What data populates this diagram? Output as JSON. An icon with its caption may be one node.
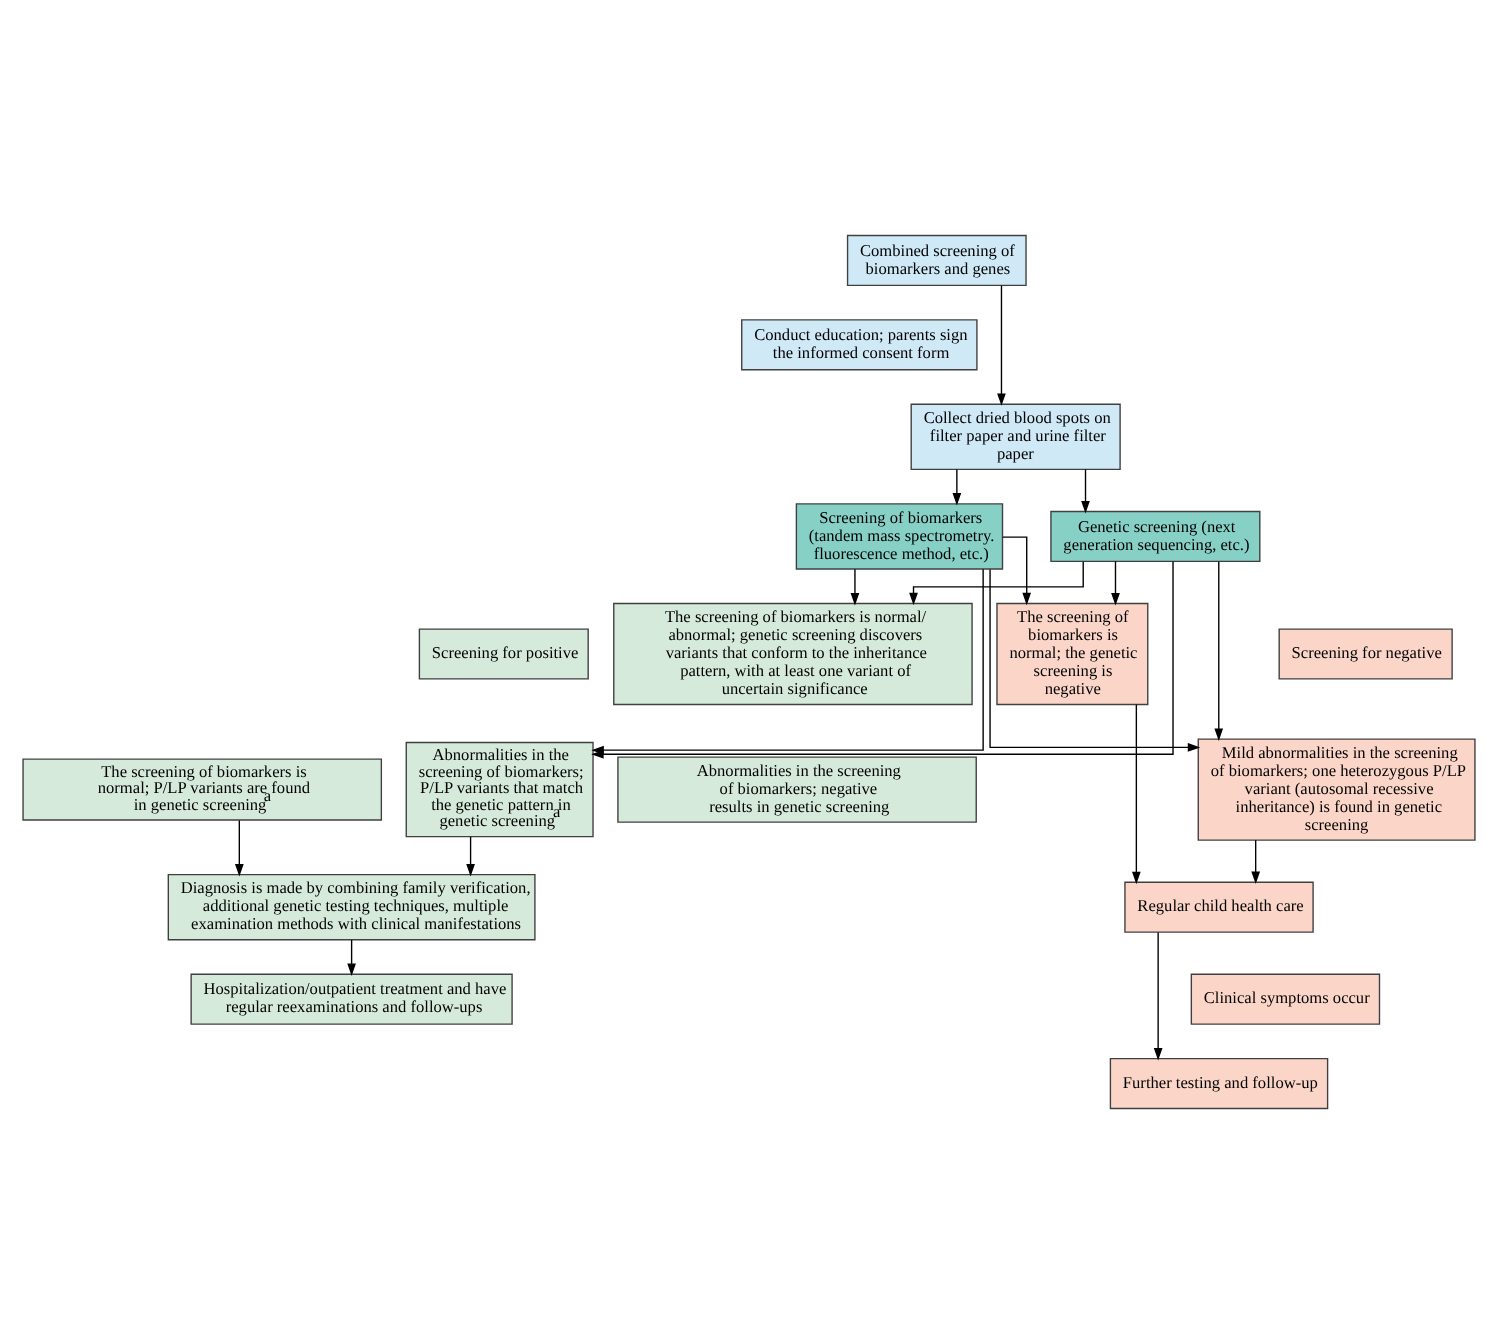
{
  "diagram": {
    "nodes": [
      {
        "text": [
          "Combined screening of biomarkers and genes"
        ]
      },
      {
        "text": [
          "Conduct education; parents sign the informed consent form"
        ]
      },
      {
        "text": [
          "Collect dried blood spots on filter paper and urine filter paper"
        ]
      },
      {
        "text": [
          "Screening of biomarkers (tandem mass spectrometry. fluorescence method, etc.)"
        ]
      },
      {
        "text": [
          "Genetic screening (next generation sequencing, etc.)"
        ]
      },
      {
        "text": [
          "Screening for positive"
        ]
      },
      {
        "text": [
          "Screening for negative"
        ]
      },
      {
        "text": [
          "Abnormalities in the screening of biomarkers; P/LP variants that match the genetic pattern in genetic screening$^{a}$"
        ]
      },
      {
        "text": [
          "The screening of biomarkers is normal/ abnormal; genetic screening discovers variants that conform to the inheritance pattern, with at least one variant of uncertain significance"
        ]
      },
      {
        "text": [
          "Abnormalities in the screening of biomarkers; negative results in genetic screening"
        ]
      },
      {
        "text": [
          "The screening of biomarkers is normal; P/LP variants are found in genetic screening$^{a}$"
        ]
      },
      {
        "text": [
          "Mild abnormalities in the screening of biomarkers; one heterozygous P/LP variant (autosomal recessive inheritance) is found in genetic screening"
        ]
      },
      {
        "text": [
          "The screening of biomarkers is normal; the genetic screening is negative"
        ]
      },
      {
        "text": [
          "Regular child health care"
        ]
      },
      {
        "text": [
          "Clinical symptoms occur"
        ]
      },
      {
        "text": [
          "Further testing and follow-up"
        ]
      },
      {
        "text": [
          "Diagnosis is made by combining family verification, additional genetic testing techniques, multiple examination methods with clinical manifestations"
        ]
      },
      {
        "text": [
          "Hospitalization/outpatient treatment and have regular reexaminations and follow-ups"
        ]
      }
    ],
    "edges": [
      {
        "from": 0,
        "to": 2,
        "arrow": "to"
      },
      {
        "from": 2,
        "to": 3,
        "arrow": "to"
      },
      {
        "from": 2,
        "to": 4,
        "arrow": "to"
      },
      {
        "from": 3,
        "to": 7,
        "arrow": "to"
      },
      {
        "from": 3,
        "to": 8,
        "arrow": "to"
      },
      {
        "from": 3,
        "to": 11,
        "arrow": "to"
      },
      {
        "from": 3,
        "to": 12,
        "arrow": "to"
      },
      {
        "from": 4,
        "to": 7,
        "arrow": "to"
      },
      {
        "from": 4,
        "to": 8,
        "arrow": "to"
      },
      {
        "from": 4,
        "to": 11,
        "arrow": "to"
      },
      {
        "from": 4,
        "to": 12,
        "arrow": "to"
      },
      {
        "from": 7,
        "to": 16,
        "arrow": "to"
      },
      {
        "from": 10,
        "to": 16,
        "arrow": "to"
      },
      {
        "from": 16,
        "to": 17,
        "arrow": "to"
      },
      {
        "from": 11,
        "to": 13,
        "arrow": "to"
      },
      {
        "from": 12,
        "to": 13,
        "arrow": "to"
      },
      {
        "from": 13,
        "to": 15,
        "arrow": "to"
      }
    ]
  }
}
